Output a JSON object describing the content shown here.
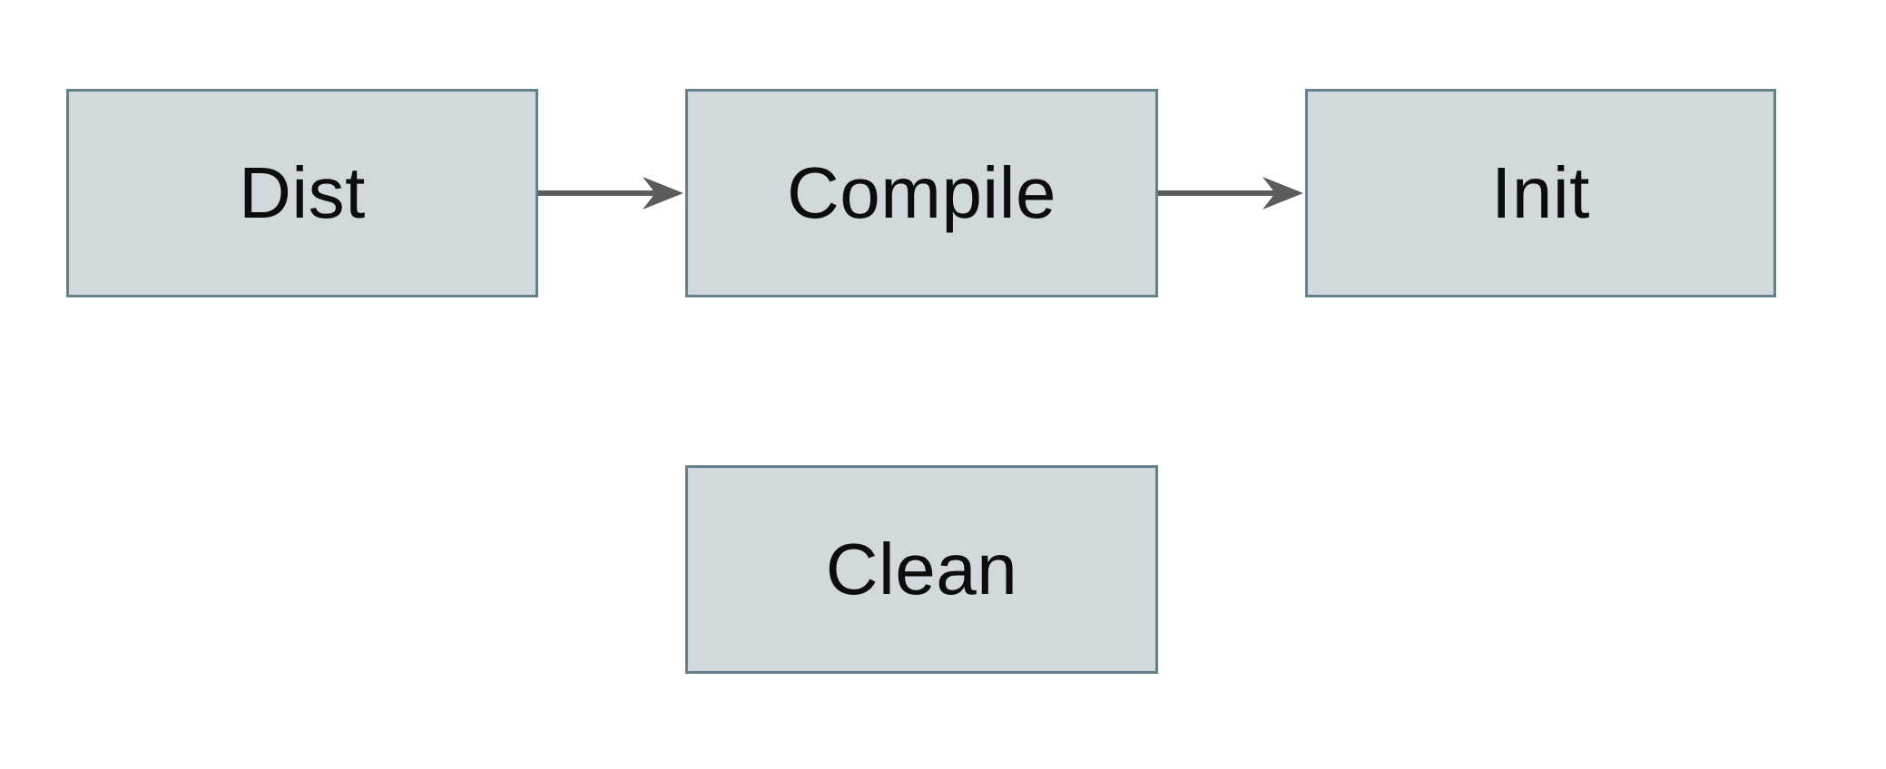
{
  "diagram": {
    "type": "flowchart",
    "background_color": "#ffffff",
    "node_fill_color": "#d2d9dc",
    "node_border_color": "#64808d",
    "arrow_color": "#5c5c5c",
    "text_color": "#0d0d0d",
    "nodes": [
      {
        "id": "dist",
        "label": "Dist"
      },
      {
        "id": "compile",
        "label": "Compile"
      },
      {
        "id": "init",
        "label": "Init"
      },
      {
        "id": "clean",
        "label": "Clean"
      }
    ],
    "edges": [
      {
        "from": "Dist",
        "to": "Compile"
      },
      {
        "from": "Compile",
        "to": "Init"
      }
    ]
  }
}
